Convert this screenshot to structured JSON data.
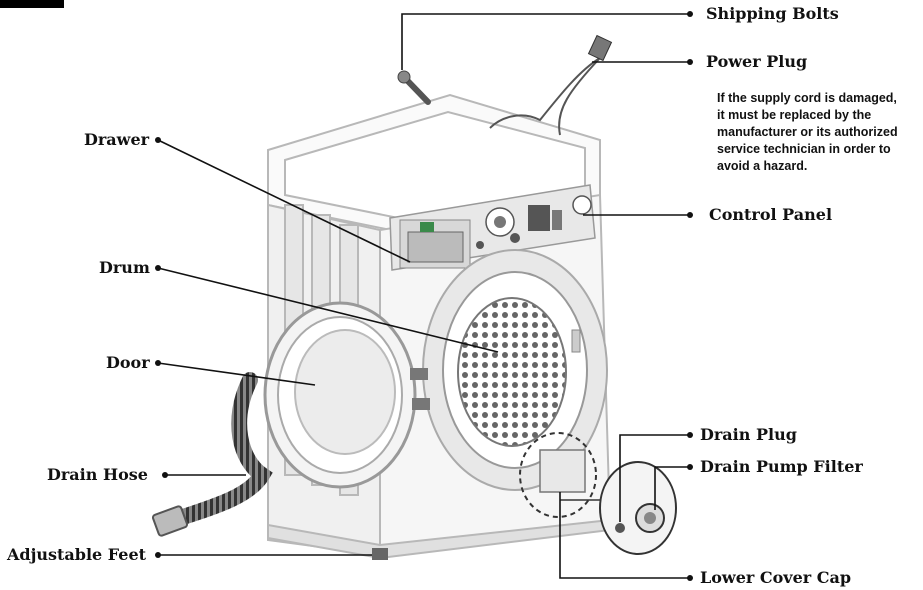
{
  "labels": {
    "shipping_bolts": "Shipping Bolts",
    "power_plug": "Power Plug",
    "drawer": "Drawer",
    "control_panel": "Control Panel",
    "drum": "Drum",
    "door": "Door",
    "drain_hose": "Drain Hose",
    "drain_plug": "Drain Plug",
    "drain_pump_filter": "Drain Pump Filter",
    "adjustable_feet": "Adjustable Feet",
    "lower_cover_cap": "Lower Cover Cap"
  },
  "power_plug_note": [
    "If the supply cord is damaged,",
    "it must be replaced by the",
    "manufacturer or its authorized",
    "service technician in order to",
    "avoid a hazard."
  ],
  "colors": {
    "line": "#111111",
    "machine_outline": "#b8b8b8",
    "machine_fill": "#f2f2f2",
    "dark_part": "#555555"
  }
}
